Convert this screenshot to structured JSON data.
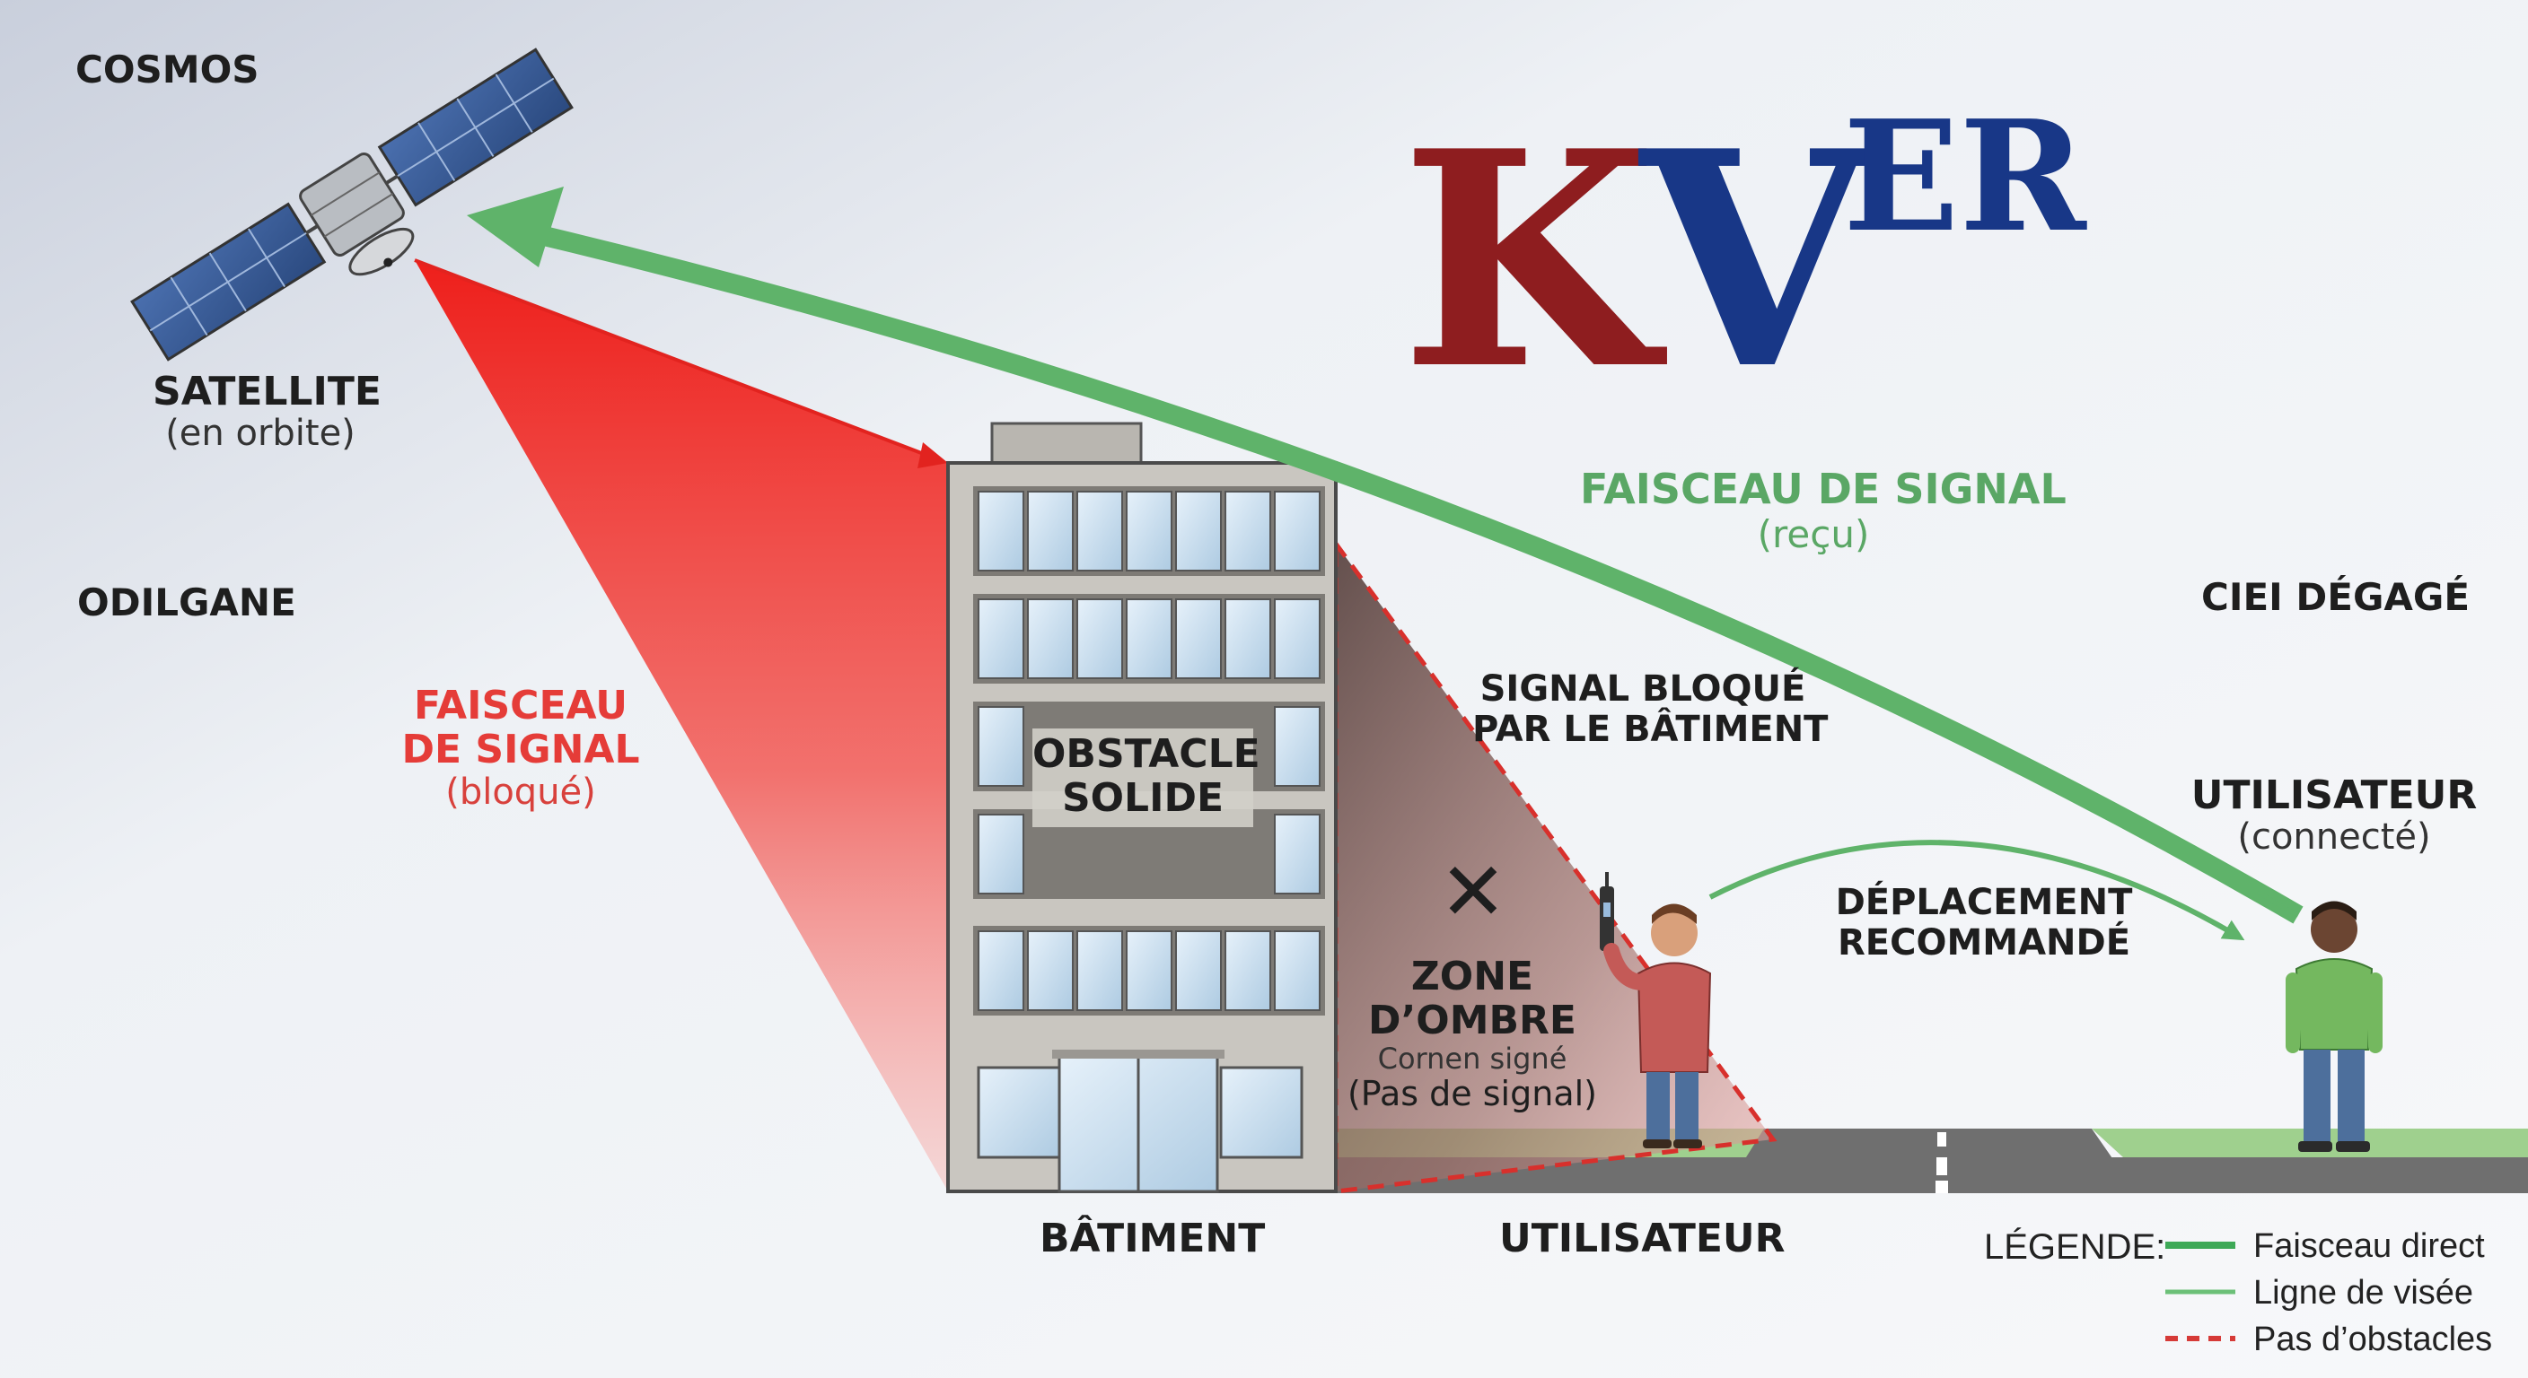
{
  "logo": {
    "k": "K",
    "v": "V",
    "er": "ER"
  },
  "labels": {
    "cosmos": "COSMOS",
    "satellite": "SATELLITE",
    "satellite_sub": "(en orbite)",
    "odilgane": "ODILGANE",
    "faisceau_bloque_1": "FAISCEAU",
    "faisceau_bloque_2": "DE SIGNAL",
    "faisceau_bloque_sub": "(bloqué)",
    "obstacle_1": "OBSTACLE",
    "obstacle_2": "SOLIDE",
    "faisceau_recu": "FAISCEAU DE SIGNAL",
    "faisceau_recu_sub": "(reçu)",
    "ciel": "CIEI DÉGAGÉ",
    "signal_bloque_1": "SIGNAL BLOQUÉ",
    "signal_bloque_2": "PAR LE BÂTIMENT",
    "utilisateur_connecte": "UTILISATEUR",
    "utilisateur_connecte_sub": "(connecté)",
    "deplacement_1": "DÉPLACEMENT",
    "deplacement_2": "RECOMMANDÉ",
    "zone_1": "ZONE",
    "zone_2": "D’OMBRE",
    "zone_sub_1": "Cornen signé",
    "zone_sub_2": "(Pas de signal)",
    "x_mark": "✕",
    "batiment": "BÂTIMENT",
    "utilisateur": "UTILISATEUR"
  },
  "legend": {
    "title": "LÉGENDE:",
    "items": [
      {
        "label": "Faisceau direct",
        "style": "solid",
        "color": "#3ea957"
      },
      {
        "label": "Ligne de visée",
        "style": "solid",
        "color": "#6cc078"
      },
      {
        "label": "Pas d’obstacles",
        "style": "dashed",
        "color": "#d63a37"
      }
    ]
  },
  "colors": {
    "red_beam": "#ee2a24",
    "green_beam": "#5fb36a",
    "building": "#c9c6c0",
    "road": "#6d6d6d",
    "grass": "#9fd08e",
    "logo_red": "#8e1d1f",
    "logo_blue": "#183787"
  },
  "icons": [
    "satellite-icon",
    "building-icon",
    "person-phone-icon",
    "person-connected-icon",
    "x-icon"
  ]
}
